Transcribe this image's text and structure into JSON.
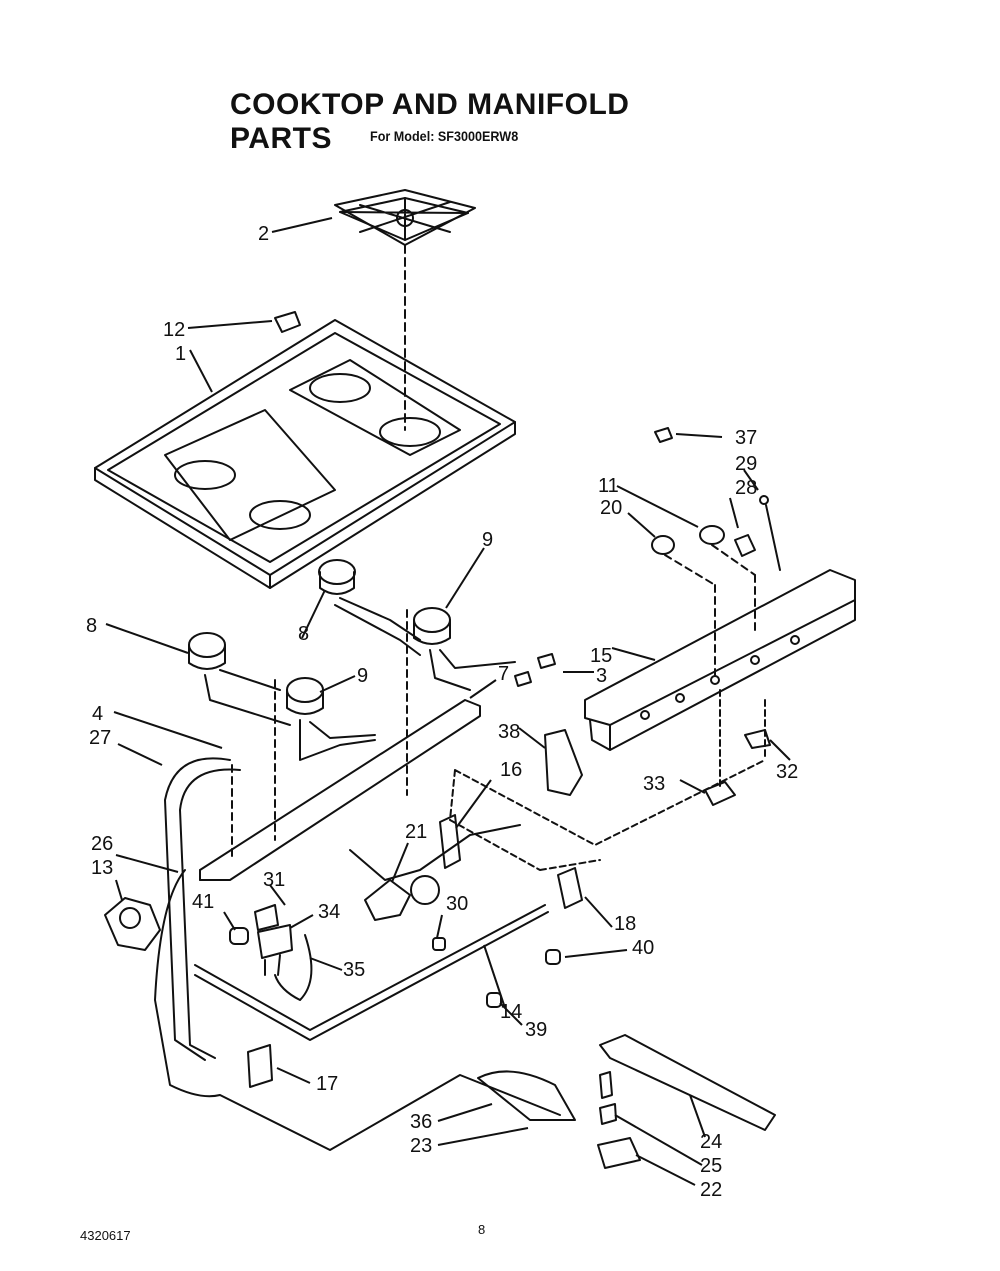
{
  "title": "COOKTOP AND MANIFOLD PARTS",
  "subtitle": "For Model: SF3000ERW8",
  "footer": {
    "doc_number": "4320617",
    "page_number": "8"
  },
  "callouts": [
    {
      "id": "c2",
      "label": "2"
    },
    {
      "id": "c12",
      "label": "12"
    },
    {
      "id": "c1",
      "label": "1"
    },
    {
      "id": "c37",
      "label": "37"
    },
    {
      "id": "c29",
      "label": "29"
    },
    {
      "id": "c11",
      "label": "11"
    },
    {
      "id": "c28",
      "label": "28"
    },
    {
      "id": "c20",
      "label": "20"
    },
    {
      "id": "c9a",
      "label": "9"
    },
    {
      "id": "c8a",
      "label": "8"
    },
    {
      "id": "c8b",
      "label": "8"
    },
    {
      "id": "c15",
      "label": "15"
    },
    {
      "id": "c3",
      "label": "3"
    },
    {
      "id": "c9b",
      "label": "9"
    },
    {
      "id": "c4",
      "label": "4"
    },
    {
      "id": "c7",
      "label": "7"
    },
    {
      "id": "c38",
      "label": "38"
    },
    {
      "id": "c32",
      "label": "32"
    },
    {
      "id": "c33",
      "label": "33"
    },
    {
      "id": "c27",
      "label": "27"
    },
    {
      "id": "c16",
      "label": "16"
    },
    {
      "id": "c26",
      "label": "26"
    },
    {
      "id": "c21",
      "label": "21"
    },
    {
      "id": "c13",
      "label": "13"
    },
    {
      "id": "c31",
      "label": "31"
    },
    {
      "id": "c41",
      "label": "41"
    },
    {
      "id": "c34",
      "label": "34"
    },
    {
      "id": "c30",
      "label": "30"
    },
    {
      "id": "c18",
      "label": "18"
    },
    {
      "id": "c40",
      "label": "40"
    },
    {
      "id": "c35",
      "label": "35"
    },
    {
      "id": "c14",
      "label": "14"
    },
    {
      "id": "c39",
      "label": "39"
    },
    {
      "id": "c17",
      "label": "17"
    },
    {
      "id": "c36",
      "label": "36"
    },
    {
      "id": "c24",
      "label": "24"
    },
    {
      "id": "c23",
      "label": "23"
    },
    {
      "id": "c25",
      "label": "25"
    },
    {
      "id": "c22",
      "label": "22"
    }
  ]
}
